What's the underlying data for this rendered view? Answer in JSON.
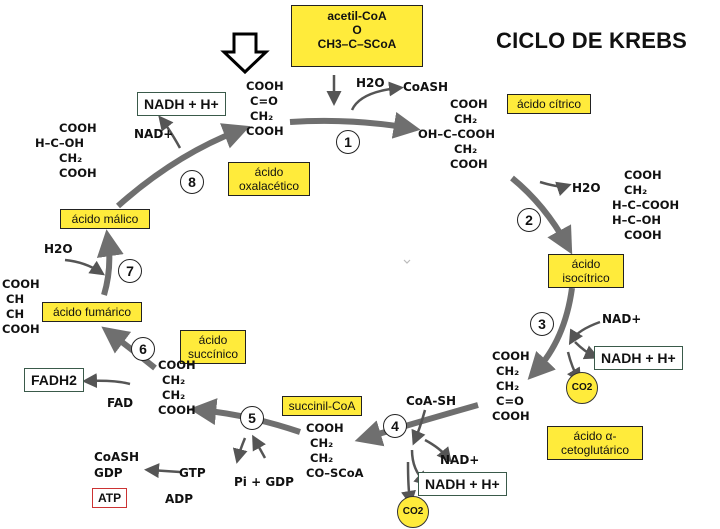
{
  "title": "CICLO DE KREBS",
  "acetyl": {
    "label": "acetil-CoA",
    "formula_top": "O",
    "formula": "CH3–C–SCoA"
  },
  "steps": [
    "1",
    "2",
    "3",
    "4",
    "5",
    "6",
    "7",
    "8"
  ],
  "compounds": {
    "citrico": "ácido cítrico",
    "isocitrico": "ácido isocítrico",
    "cetoglutarico": "ácido α-cetoglutárico",
    "succinilcoa": "succinil-CoA",
    "succinico": "ácido succínico",
    "fumarico": "ácido fumárico",
    "malico": "ácido málico",
    "oxalacetico": "ácido oxalacético"
  },
  "cofactors": {
    "h2o_1": "H2O",
    "coash_1": "CoASH",
    "h2o_2": "H2O",
    "nad_3": "NAD+",
    "nadh_3": "NADH + H+",
    "co2_3": "CO2",
    "coash_4": "CoA-SH",
    "nad_4": "NAD+",
    "nadh_4": "NADH + H+",
    "co2_4": "CO2",
    "pi_gdp": "Pi + GDP",
    "coash_5": "CoASH",
    "gdp": "GDP",
    "gtp": "GTP",
    "atp": "ATP",
    "adp": "ADP",
    "fadh2": "FADH2",
    "fad": "FAD",
    "h2o_7": "H2O",
    "nad_8": "NAD+",
    "nadh_8": "NADH + H+"
  },
  "colors": {
    "box_yellow": "#ffeb3b",
    "arrow_gray": "#6f6f6f"
  }
}
